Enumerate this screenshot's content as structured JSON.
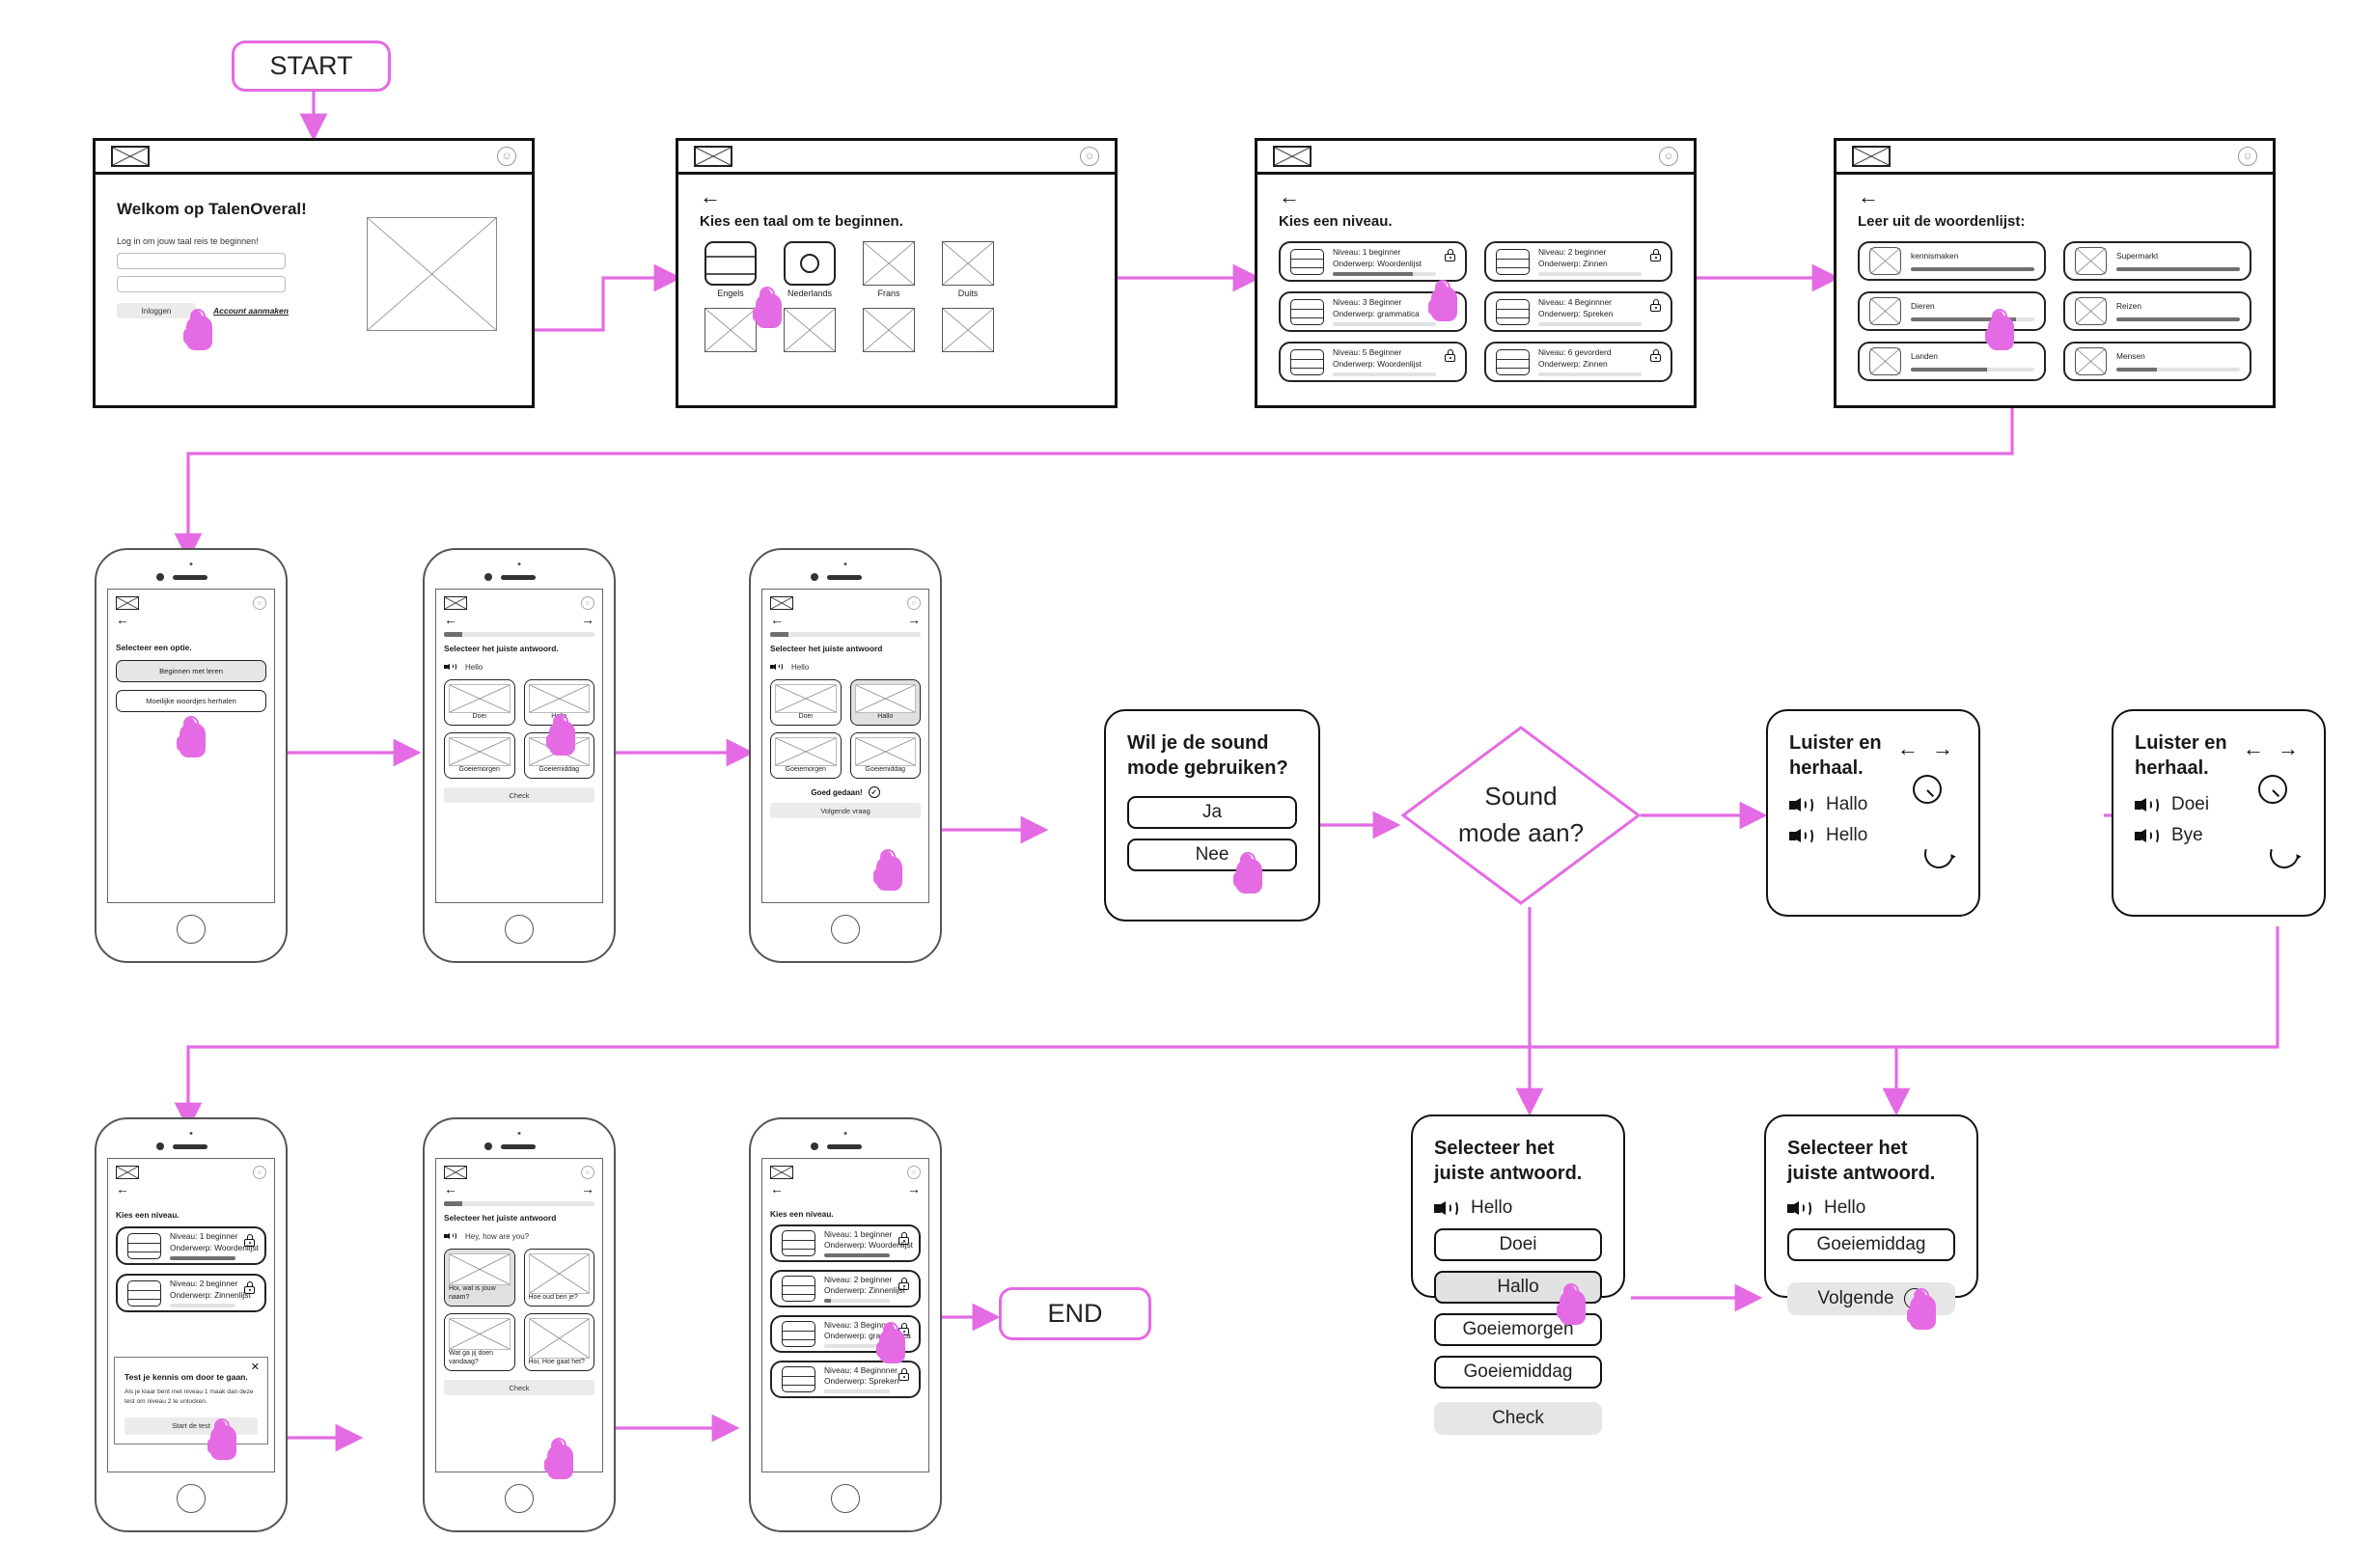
{
  "flow": {
    "start_label": "START",
    "end_label": "END",
    "decision_label_line1": "Sound",
    "decision_label_line2": "mode aan?",
    "accent_color": "#e46be4"
  },
  "desktop_screens": [
    {
      "id": "welcome",
      "heading": "Welkom op TalenOveral!",
      "subtitle": "Log in om jouw taal reis te beginnen!",
      "fields": [
        "",
        ""
      ],
      "login_button": "Inloggen",
      "signup_link": "Account aanmaken",
      "avatar_icon": "user-icon"
    },
    {
      "id": "choose-language",
      "title": "Kies een taal om te beginnen.",
      "back_icon": "arrow-left-icon",
      "languages": [
        "Engels",
        "Nederlands",
        "Frans",
        "Duits"
      ],
      "placeholder_tiles": 4
    },
    {
      "id": "choose-level",
      "title": "Kies een niveau.",
      "back_icon": "arrow-left-icon",
      "levels": [
        {
          "level": "Niveau: 1 beginner",
          "topic": "Onderwerp: Woordenlijst",
          "progress": 78,
          "locked": true
        },
        {
          "level": "Niveau: 2 beginner",
          "topic": "Onderwerp: Zinnen",
          "progress": 0,
          "locked": true
        },
        {
          "level": "Niveau: 3 Beginner",
          "topic": "Onderwerp: grammatica",
          "progress": 0,
          "locked": true
        },
        {
          "level": "Niveau: 4 Beginnner",
          "topic": "Onderwerp: Spreken",
          "progress": 0,
          "locked": true
        },
        {
          "level": "Niveau: 5 Beginner",
          "topic": "Onderwerp: Woordenlijst",
          "progress": 0,
          "locked": true
        },
        {
          "level": "Niveau: 6 gevorderd",
          "topic": "Onderwerp: Zinnen",
          "progress": 0,
          "locked": true
        }
      ]
    },
    {
      "id": "word-list",
      "title": "Leer uit de woordenlijst:",
      "back_icon": "arrow-left-icon",
      "topics": [
        {
          "name": "kennismaken",
          "progress": 100
        },
        {
          "name": "Supermarkt",
          "progress": 100
        },
        {
          "name": "Dieren",
          "progress": 85
        },
        {
          "name": "Reizen",
          "progress": 100
        },
        {
          "name": "Landen",
          "progress": 62
        },
        {
          "name": "Mensen",
          "progress": 33
        }
      ]
    }
  ],
  "phones": [
    {
      "id": "select-option",
      "title": "Selecteer een optie.",
      "options": [
        {
          "label": "Beginnen met leren",
          "selected": true
        },
        {
          "label": "Moeilijke woordjes herhalen",
          "selected": false
        }
      ]
    },
    {
      "id": "question-1",
      "title": "Selecteer het juiste antwoord.",
      "progress": 12,
      "prompt": "Hello",
      "answers": [
        {
          "label": "Doei",
          "selected": false
        },
        {
          "label": "Hallo",
          "selected": false
        },
        {
          "label": "Goeiemorgen",
          "selected": false
        },
        {
          "label": "Goeiemiddag",
          "selected": false
        }
      ],
      "check_label": "Check"
    },
    {
      "id": "question-1-correct",
      "title": "Selecteer het juiste antwoord",
      "progress": 12,
      "prompt": "Hello",
      "answers": [
        {
          "label": "Doei",
          "selected": false
        },
        {
          "label": "Hallo",
          "selected": true
        },
        {
          "label": "Goeiemorgen",
          "selected": false
        },
        {
          "label": "Goeiemiddag",
          "selected": false
        }
      ],
      "feedback": "Goed gedaan!",
      "next_label": "Volgende vraag"
    },
    {
      "id": "level-list-modal",
      "title": "Kies een niveau.",
      "levels": [
        {
          "level": "Niveau: 1 beginner",
          "topic": "Onderwerp: Woordenlijst",
          "progress": 100,
          "locked": true
        },
        {
          "level": "Niveau: 2 beginner",
          "topic": "Onderwerp: Zinnenlijst",
          "progress": 0,
          "locked": true
        }
      ],
      "modal": {
        "heading": "Test je kennis om door te gaan.",
        "body": "Als je klaar bent met niveau 1 maak dan deze test om niveau 2 te unlocken.",
        "button": "Start de test",
        "close_icon": "close-icon"
      }
    },
    {
      "id": "question-sentence",
      "title": "Selecteer het juiste antwoord",
      "progress": 12,
      "prompt": "Hey, how are you?",
      "answers": [
        {
          "label": "Hoi, wat is jouw naam?",
          "selected": true
        },
        {
          "label": "Hoe oud ben je?",
          "selected": false
        },
        {
          "label": "Wat ga jij doen vandaag?",
          "selected": false
        },
        {
          "label": "Hoi, Hoe gaat het?",
          "selected": false
        }
      ],
      "check_label": "Check"
    },
    {
      "id": "level-list-unlocked",
      "title": "Kies een niveau.",
      "levels": [
        {
          "level": "Niveau: 1 beginner",
          "topic": "Onderwerp: Woordenlijst",
          "progress": 100,
          "locked": true
        },
        {
          "level": "Niveau: 2 beginner",
          "topic": "Onderwerp: Zinnenlijst",
          "progress": 10,
          "locked": true
        },
        {
          "level": "Niveau: 3 Beginner",
          "topic": "Onderwerp: grammatica",
          "progress": 0,
          "locked": true
        },
        {
          "level": "Niveau: 4 Beginnner",
          "topic": "Onderwerp: Spreken",
          "progress": 0,
          "locked": true
        }
      ]
    }
  ],
  "sound_prompt": {
    "question_line1": "Wil je de sound",
    "question_line2": "mode gebruiken?",
    "yes_label": "Ja",
    "no_label": "Nee"
  },
  "listen_repeat": [
    {
      "id": "listen-hallo",
      "title_line1": "Luister en",
      "title_line2": "herhaal.",
      "rows": [
        "Hallo",
        "Hello"
      ],
      "arrows": "← →",
      "timer_icon": "timer-icon",
      "replay_icon": "replay-icon"
    },
    {
      "id": "listen-doei",
      "title_line1": "Luister en",
      "title_line2": "herhaal.",
      "rows": [
        "Doei",
        "Bye"
      ],
      "arrows": "← →",
      "timer_icon": "timer-icon",
      "replay_icon": "replay-icon"
    }
  ],
  "answer_cards": [
    {
      "id": "answer-card-1",
      "title_line1": "Selecteer het",
      "title_line2": "juiste antwoord.",
      "prompt": "Hello",
      "options": [
        {
          "label": "Doei",
          "selected": false
        },
        {
          "label": "Hallo",
          "selected": true
        },
        {
          "label": "Goeiemorgen",
          "selected": false
        },
        {
          "label": "Goeiemiddag",
          "selected": false
        }
      ],
      "check_label": "Check"
    },
    {
      "id": "answer-card-2",
      "title_line1": "Selecteer het",
      "title_line2": "juiste antwoord.",
      "prompt": "Hello",
      "options": [
        {
          "label": "Goeiemiddag",
          "selected": false
        }
      ],
      "next_label": "Volgende",
      "check_icon": "check-circle-icon"
    }
  ]
}
